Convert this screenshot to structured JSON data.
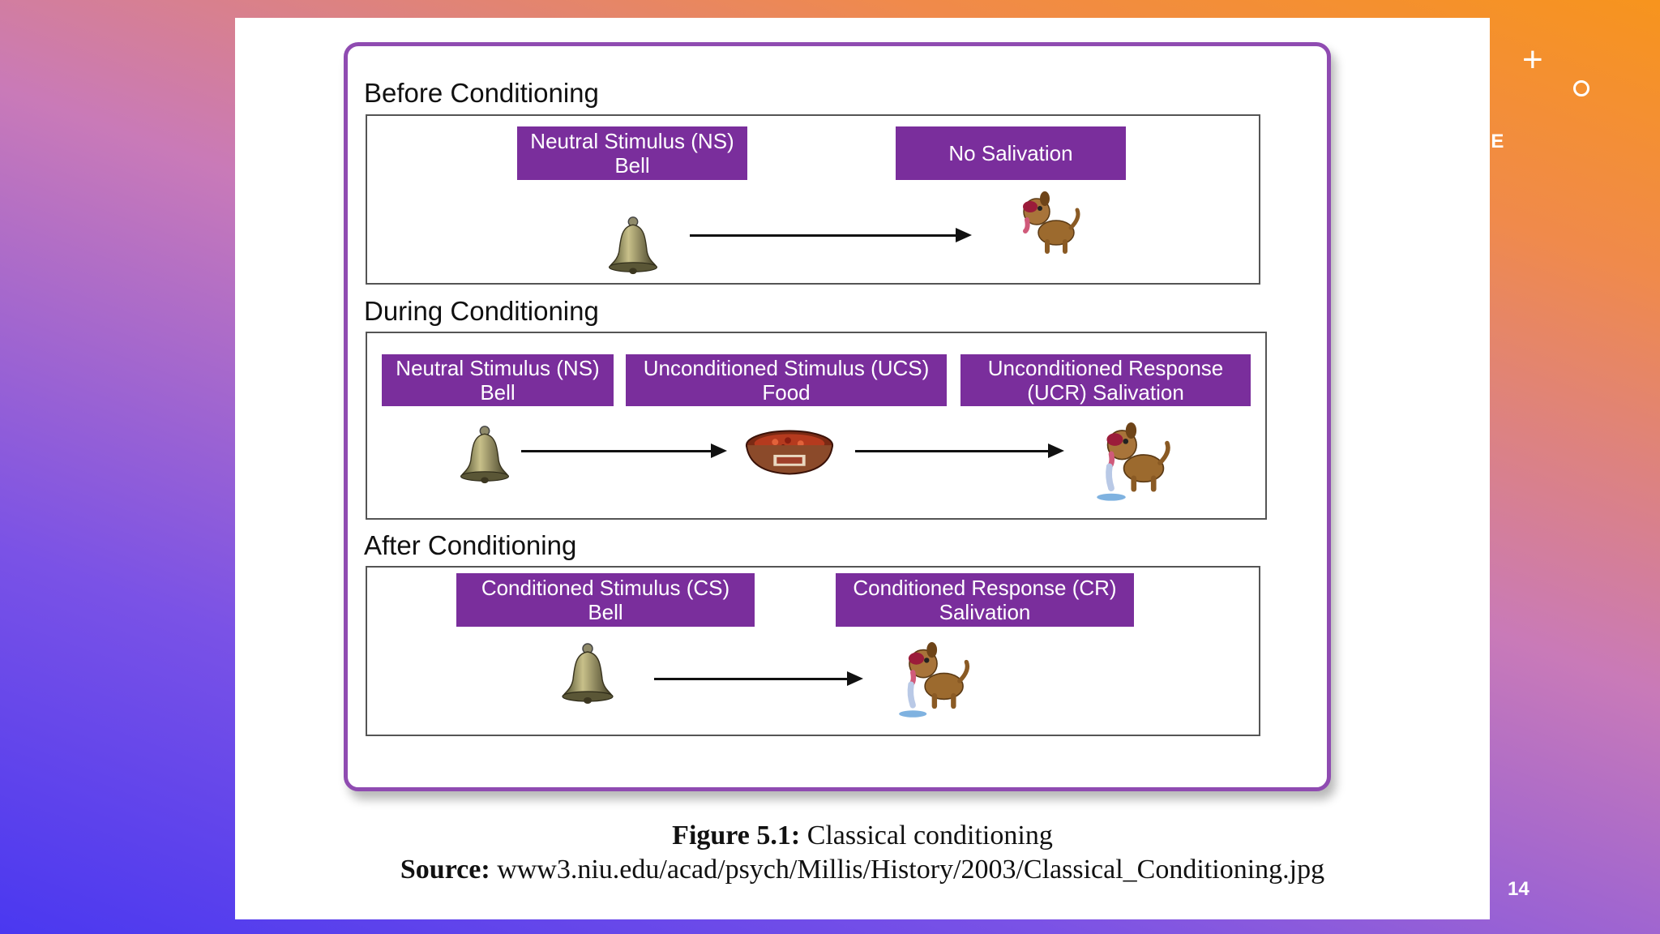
{
  "slide": {
    "title_fragment_left": "ES",
    "title_fragment_right": "TLE",
    "page_number": "14"
  },
  "diagram": {
    "before": {
      "title": "Before Conditioning",
      "stimulus_line1": "Neutral Stimulus (NS)",
      "stimulus_line2": "Bell",
      "response": "No Salivation"
    },
    "during": {
      "title": "During Conditioning",
      "ns_line1": "Neutral Stimulus (NS)",
      "ns_line2": "Bell",
      "ucs_line1": "Unconditioned Stimulus (UCS)",
      "ucs_line2": "Food",
      "ucr_line1": "Unconditioned Response",
      "ucr_line2": "(UCR) Salivation"
    },
    "after": {
      "title": "After Conditioning",
      "cs_line1": "Conditioned Stimulus (CS)",
      "cs_line2": "Bell",
      "cr_line1": "Conditioned Response (CR)",
      "cr_line2": "Salivation"
    }
  },
  "caption": {
    "figure_label": "Figure 5.1:",
    "figure_text": "Classical conditioning",
    "source_label": "Source:",
    "source_text": "www3.niu.edu/acad/psych/Millis/History/2003/Classical_Conditioning.jpg"
  },
  "icons": [
    "plus-icon",
    "circle-icon",
    "bell-icon",
    "dog-icon",
    "dog-salivating-icon",
    "food-bowl-icon"
  ],
  "colors": {
    "label_purple": "#7a2e9c",
    "frame_purple": "#8f4bb1"
  }
}
